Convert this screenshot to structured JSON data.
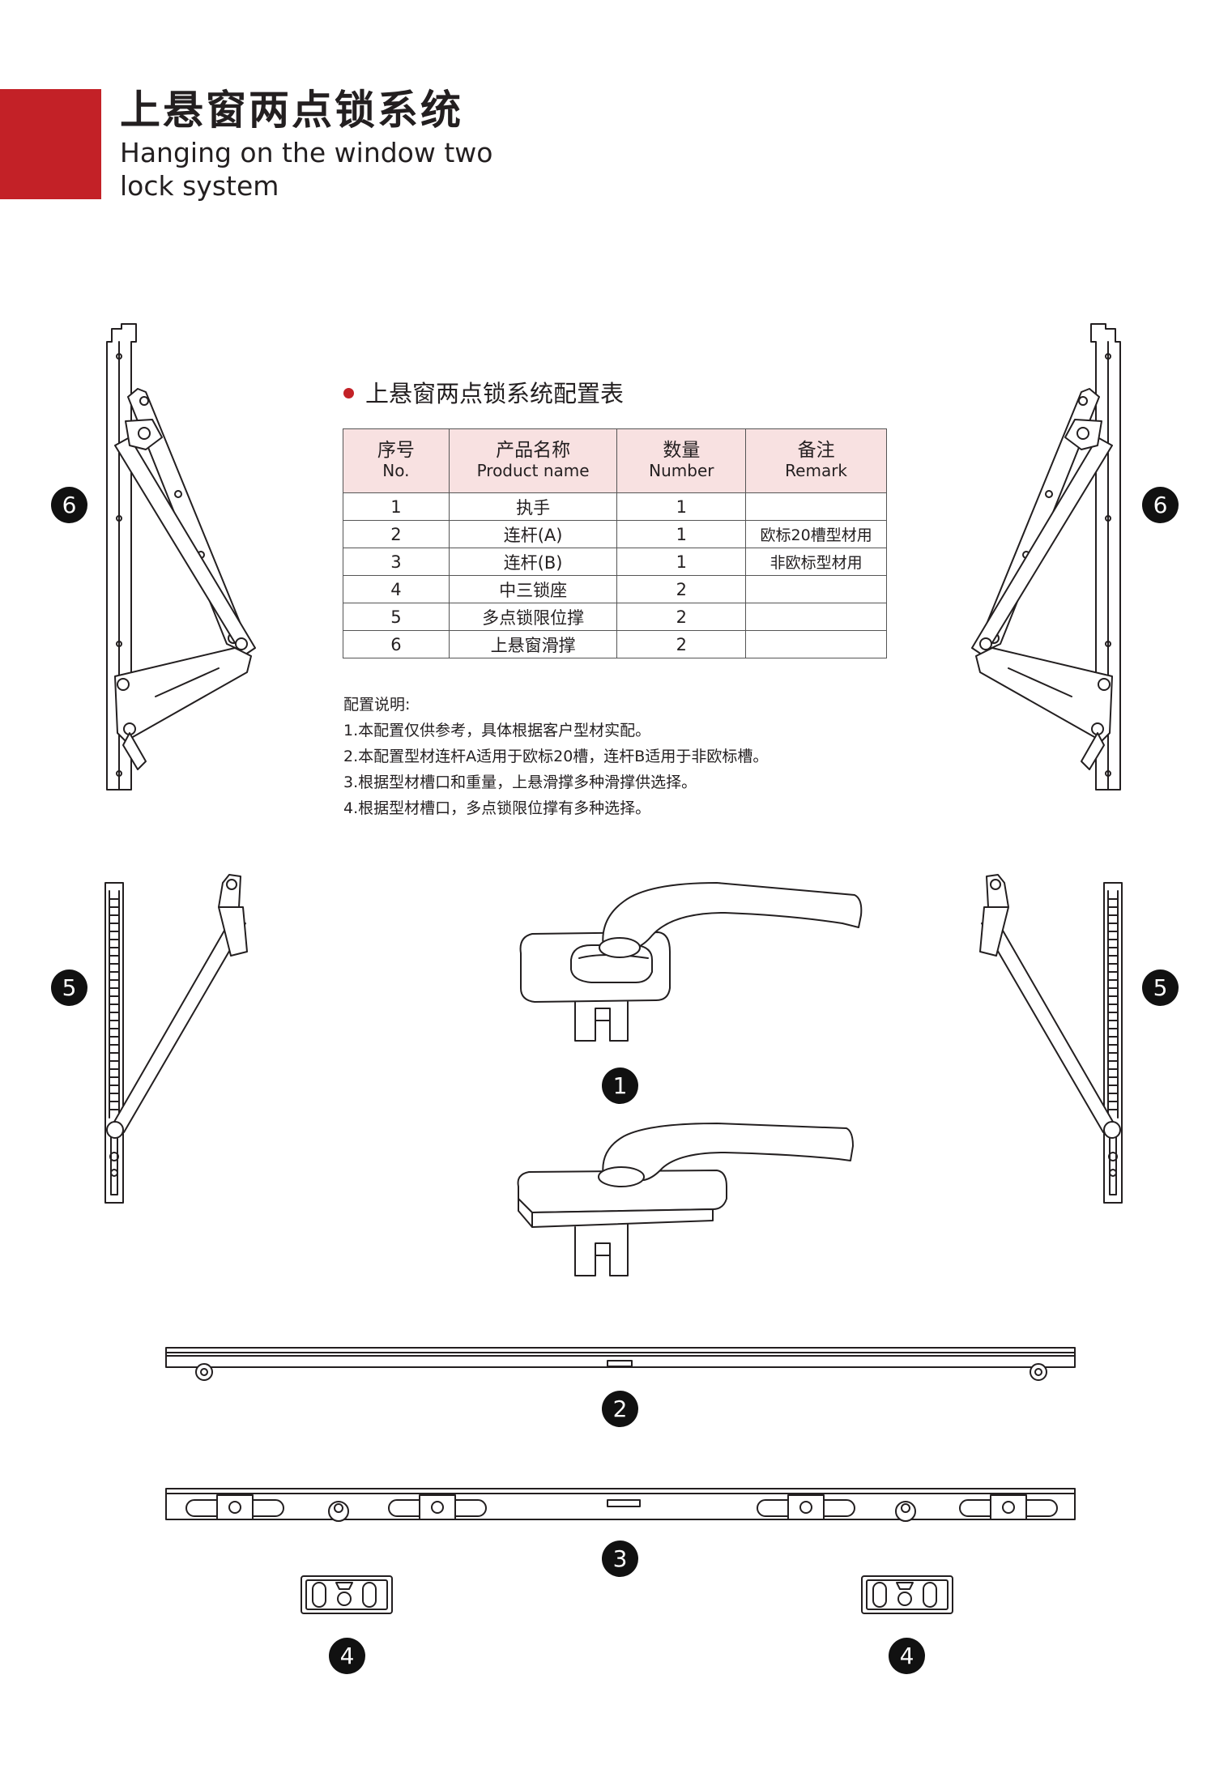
{
  "header": {
    "title_cn": "上悬窗两点锁系统",
    "title_en": "Hanging on the window two lock system",
    "accent_color": "#c32127"
  },
  "table": {
    "heading": "上悬窗两点锁系统配置表",
    "columns": [
      {
        "cn": "序号",
        "en": "No."
      },
      {
        "cn": "产品名称",
        "en": "Product name"
      },
      {
        "cn": "数量",
        "en": "Number"
      },
      {
        "cn": "备注",
        "en": "Remark"
      }
    ],
    "rows": [
      {
        "no": "1",
        "name": "执手",
        "qty": "1",
        "remark": ""
      },
      {
        "no": "2",
        "name": "连杆(A)",
        "qty": "1",
        "remark": "欧标20槽型材用"
      },
      {
        "no": "3",
        "name": "连杆(B)",
        "qty": "1",
        "remark": "非欧标型材用"
      },
      {
        "no": "4",
        "name": "中三锁座",
        "qty": "2",
        "remark": ""
      },
      {
        "no": "5",
        "name": "多点锁限位撑",
        "qty": "2",
        "remark": ""
      },
      {
        "no": "6",
        "name": "上悬窗滑撑",
        "qty": "2",
        "remark": ""
      }
    ]
  },
  "notes": {
    "title": "配置说明:",
    "items": [
      "1.本配置仅供参考，具体根据客户型材实配。",
      "2.本配置型材连杆A适用于欧标20槽，连杆B适用于非欧标槽。",
      "3.根据型材槽口和重量，上悬滑撑多种滑撑供选择。",
      "4.根据型材槽口，多点锁限位撑有多种选择。"
    ]
  },
  "badges": {
    "b1": "1",
    "b2": "2",
    "b3": "3",
    "b4": "4",
    "b5": "5",
    "b6": "6"
  },
  "parts": {
    "p1": "handle-icon",
    "p2": "rod-a-icon",
    "p3": "rod-b-icon",
    "p4": "lock-seat-icon",
    "p5": "limit-stay-icon",
    "p6": "friction-stay-icon"
  }
}
